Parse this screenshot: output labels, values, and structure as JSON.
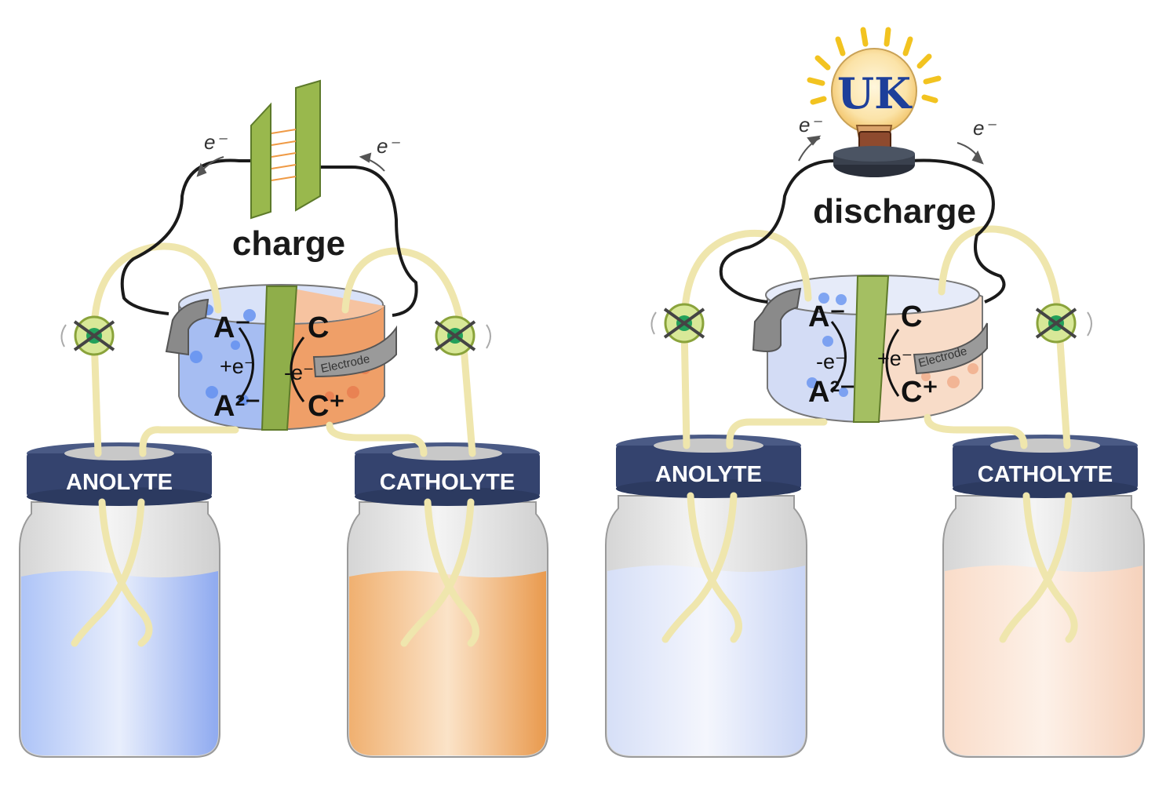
{
  "panels": [
    {
      "mode_label": "charge",
      "electron_left": "e⁻",
      "electron_right": "e⁻",
      "anolyte_label": "ANOLYTE",
      "catholyte_label": "CATHOLYTE",
      "electrode_label": "Electrode",
      "anode_top": "A⁻",
      "anode_reaction": "+e⁻",
      "anode_bottom": "A²⁻",
      "cathode_top": "C",
      "cathode_reaction": "-e⁻",
      "cathode_bottom": "C⁺",
      "anolyte_color": "#9cb7f2",
      "catholyte_color": "#eda35c"
    },
    {
      "mode_label": "discharge",
      "electron_left": "e⁻",
      "electron_right": "e⁻",
      "anolyte_label": "ANOLYTE",
      "catholyte_label": "CATHOLYTE",
      "electrode_label": "Electrode",
      "anode_top": "A⁻",
      "anode_reaction": "-e⁻",
      "anode_bottom": "A²⁻",
      "cathode_top": "C",
      "cathode_reaction": "+e⁻",
      "cathode_bottom": "C⁺",
      "anolyte_color": "#d3dcf5",
      "catholyte_color": "#f7d9c4",
      "bulb_logo": "UK"
    }
  ]
}
